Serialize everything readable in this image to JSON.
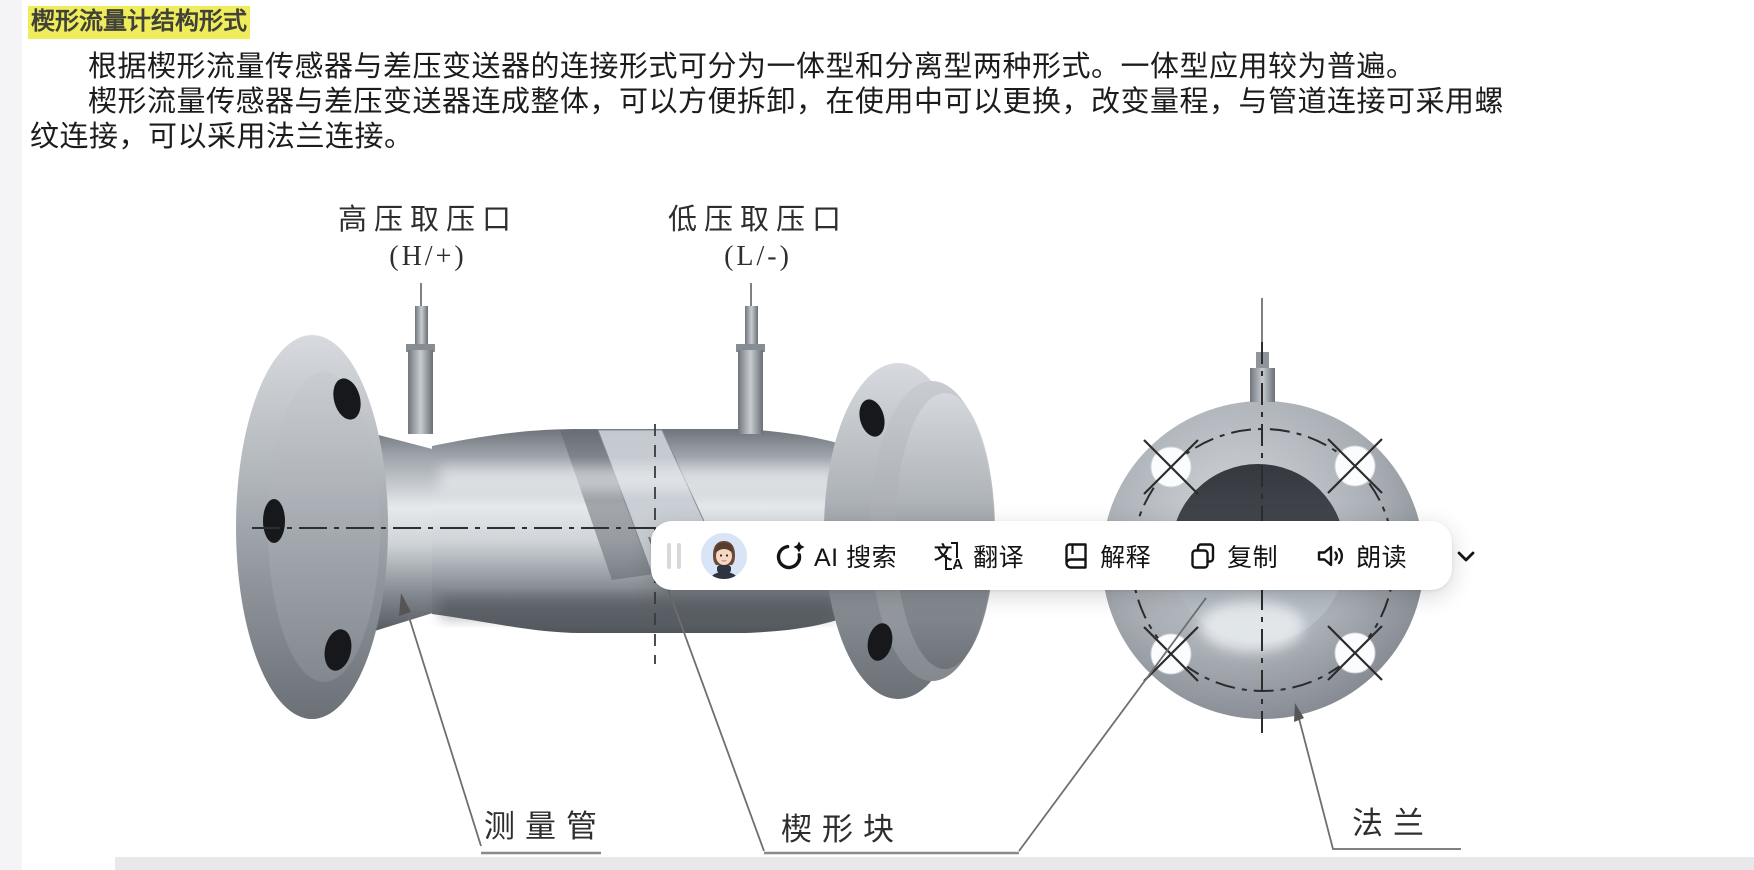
{
  "doc": {
    "title": "楔形流量计结构形式",
    "lines": [
      "根据楔形流量传感器与差压变送器的连接形式可分为一体型和分离型两种形式。一体型应用较为普遍。",
      "楔形流量传感器与差压变送器连成整体，可以方便拆卸，在使用中可以更换，改变量程，与管道连接可采用螺",
      "纹连接，可以采用法兰连接。"
    ]
  },
  "diagram": {
    "high_tap_label": "高压取压口",
    "high_tap_sub": "(H/+)",
    "low_tap_label": "低压取压口",
    "low_tap_sub": "(L/-)",
    "measuring_tube_label": "测量管",
    "wedge_block_label": "楔形块",
    "flange_label": "法兰"
  },
  "toolbar": {
    "buttons": [
      {
        "label": "AI 搜索",
        "icon": "quark-ai-search"
      },
      {
        "label": "翻译",
        "icon": "translate"
      },
      {
        "label": "解释",
        "icon": "explain-book"
      },
      {
        "label": "复制",
        "icon": "copy-pages"
      },
      {
        "label": "朗读",
        "icon": "read-aloud-speaker"
      }
    ],
    "translate_glyphs": {
      "primary": "文",
      "secondary": "A"
    },
    "more_icon": "chevron-down",
    "avatar_icon": "assistant-avatar",
    "colors": {
      "background": "#ffffff",
      "text": "#141414",
      "handle": "#d8d8dc",
      "avatar_bg": "#d9e5f6"
    }
  },
  "page_colors": {
    "title_highlight": "#f0ed5c",
    "left_margin": "#f4f4f6",
    "bottom_bar": "#e8e8ea"
  }
}
